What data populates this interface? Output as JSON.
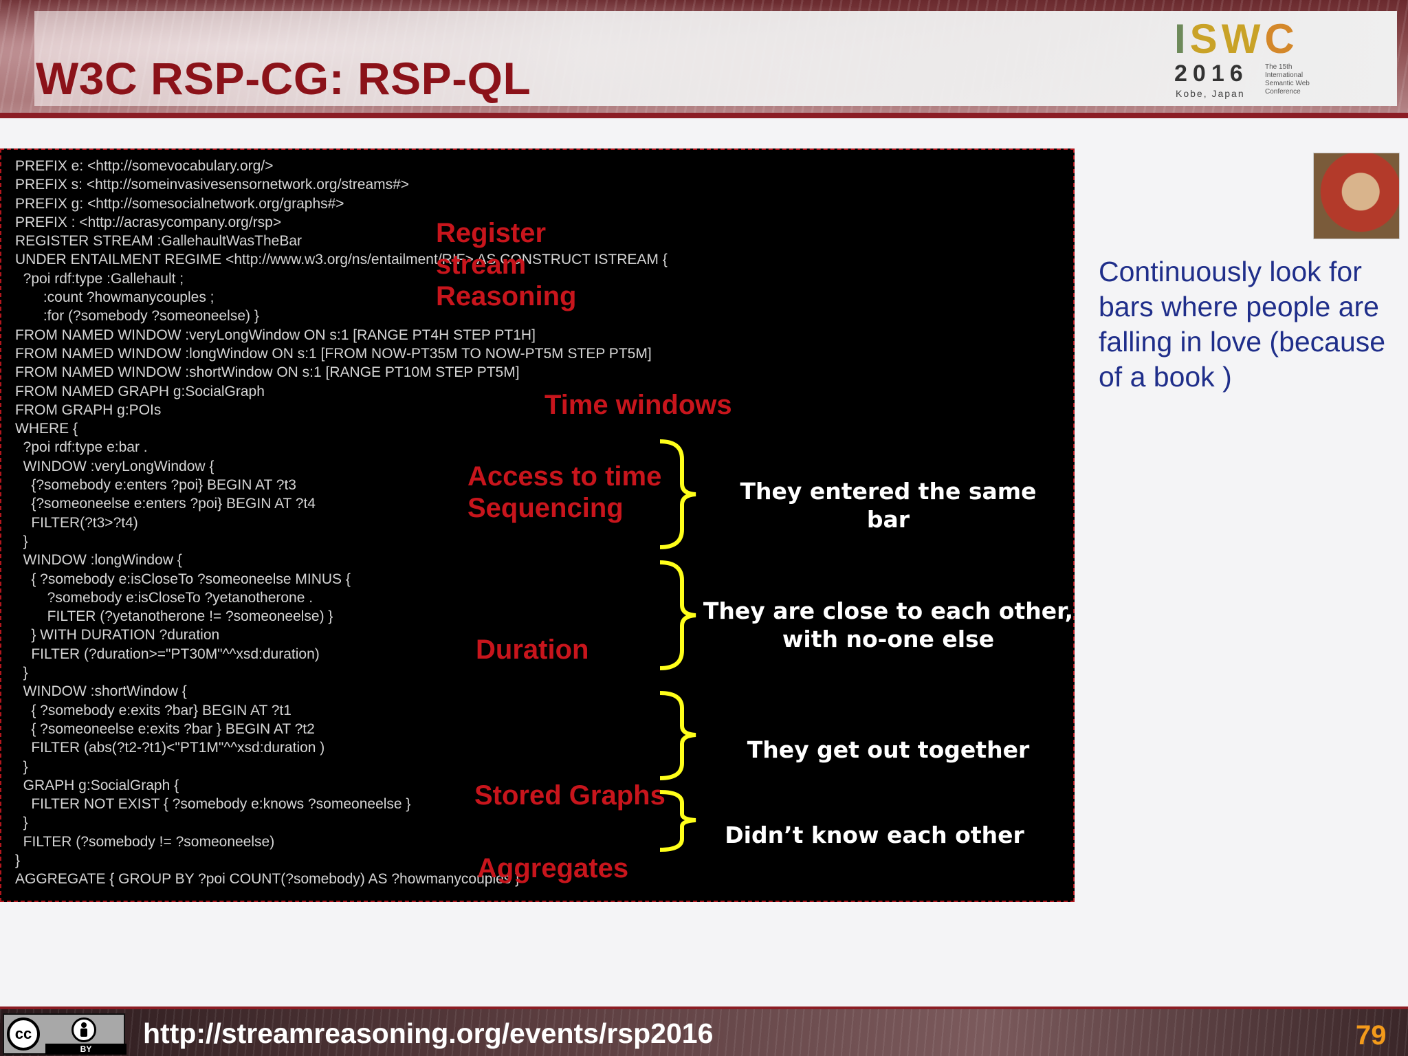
{
  "header": {
    "title": "W3C RSP-CG: RSP-QL",
    "logo": {
      "word_letters": [
        "I",
        "S",
        "W",
        "C"
      ],
      "year": "2016",
      "place": "Kobe, Japan",
      "subtitle": "The 15th International Semantic Web Conference",
      "colors": {
        "green": "#6e8a5a",
        "gold": "#c9a227",
        "orange": "#d4882a"
      }
    }
  },
  "code": {
    "lines": [
      "PREFIX e: <http://somevocabulary.org/>",
      "PREFIX s: <http://someinvasivesensornetwork.org/streams#>",
      "PREFIX g: <http://somesocialnetwork.org/graphs#>",
      "PREFIX : <http://acrasycompany.org/rsp>",
      "REGISTER STREAM :GallehaultWasTheBar",
      "UNDER ENTAILMENT REGIME <http://www.w3.org/ns/entailment/RIF> AS CONSTRUCT ISTREAM {",
      "  ?poi rdf:type :Gallehault ;",
      "       :count ?howmanycouples ;",
      "       :for (?somebody ?someoneelse) }",
      "FROM NAMED WINDOW :veryLongWindow ON s:1 [RANGE PT4H STEP PT1H]",
      "FROM NAMED WINDOW :longWindow ON s:1 [FROM NOW-PT35M TO NOW-PT5M STEP PT5M]",
      "FROM NAMED WINDOW :shortWindow ON s:1 [RANGE PT10M STEP PT5M]",
      "FROM NAMED GRAPH g:SocialGraph",
      "FROM GRAPH g:POIs",
      "WHERE {",
      "  ?poi rdf:type e:bar .",
      "  WINDOW :veryLongWindow {",
      "    {?somebody e:enters ?poi} BEGIN AT ?t3",
      "    {?someoneelse e:enters ?poi} BEGIN AT ?t4",
      "    FILTER(?t3>?t4)",
      "  }",
      "  WINDOW :longWindow {",
      "    { ?somebody e:isCloseTo ?someoneelse MINUS {",
      "        ?somebody e:isCloseTo ?yetanotherone .",
      "        FILTER (?yetanotherone != ?someoneelse) }",
      "    } WITH DURATION ?duration",
      "    FILTER (?duration>=\"PT30M\"^^xsd:duration)",
      "  }",
      "  WINDOW :shortWindow {",
      "    { ?somebody e:exits ?bar} BEGIN AT ?t1",
      "    { ?someoneelse e:exits ?bar } BEGIN AT ?t2",
      "    FILTER (abs(?t2-?t1)<\"PT1M\"^^xsd:duration )",
      "  }",
      "  GRAPH g:SocialGraph {",
      "    FILTER NOT EXIST { ?somebody e:knows ?someoneelse }",
      "  }",
      "  FILTER (?somebody != ?someoneelse)",
      "}",
      "AGGREGATE { GROUP BY ?poi COUNT(?somebody) AS ?howmanycouples }"
    ],
    "annotations": {
      "register": "Register",
      "stream": "stream",
      "reasoning": "Reasoning",
      "time_windows": "Time windows",
      "access_time": "Access to time",
      "sequencing": "Sequencing",
      "duration": "Duration",
      "stored_graphs": "Stored Graphs",
      "aggregates": "Aggregates"
    },
    "explanations": {
      "same_bar": "They entered the same bar",
      "close_line1": "They are close to each other,",
      "close_line2": "with no-one else",
      "get_out": "They get out together",
      "didnt_know": "Didn’t know each other"
    },
    "colors": {
      "annotation": "#c8151c",
      "brace": "#ffff1a",
      "code_text": "#d6d6d6"
    }
  },
  "side": {
    "portrait_icon": "dante-portrait",
    "note": "Continuously look for bars where people are falling in love (because of a book )"
  },
  "footer": {
    "license_badge": "BY",
    "url": "http://streamreasoning.org/events/rsp2016",
    "page_number": "79"
  }
}
